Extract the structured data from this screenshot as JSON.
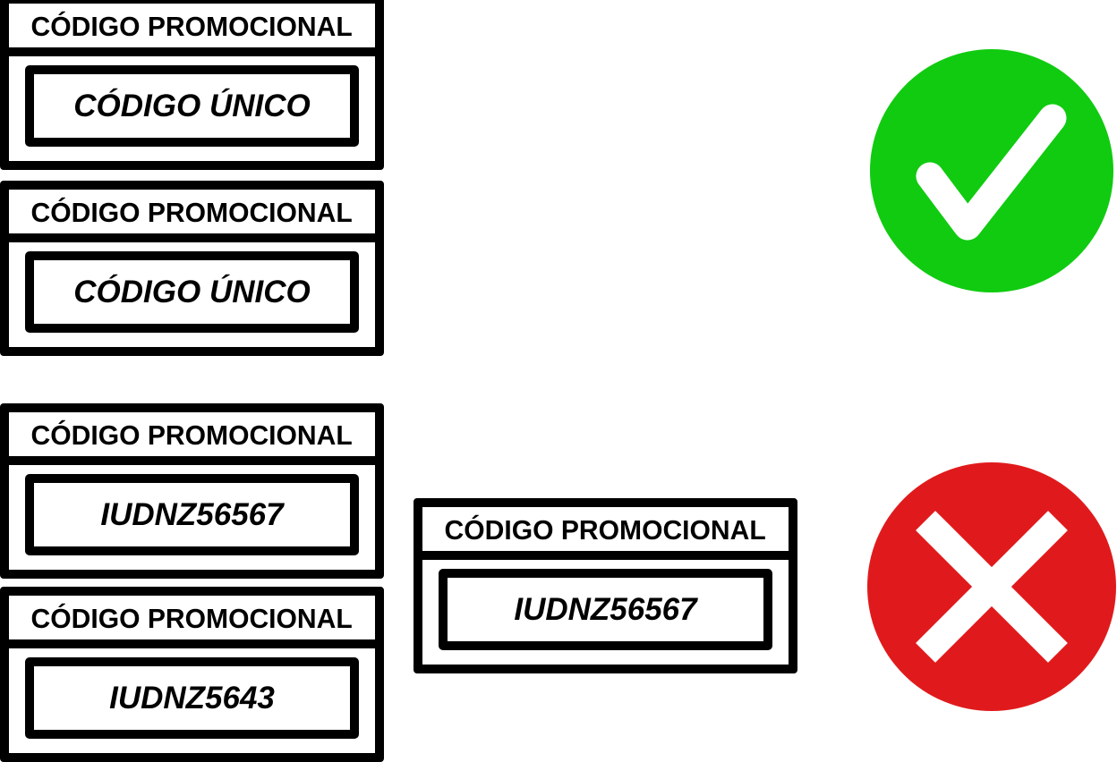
{
  "cards": [
    {
      "header": "CÓDIGO PROMOCIONAL",
      "code": "CÓDIGO ÚNICO"
    },
    {
      "header": "CÓDIGO PROMOCIONAL",
      "code": "CÓDIGO ÚNICO"
    },
    {
      "header": "CÓDIGO PROMOCIONAL",
      "code": "IUDNZ56567"
    },
    {
      "header": "CÓDIGO PROMOCIONAL",
      "code": "IUDNZ5643"
    },
    {
      "header": "CÓDIGO PROMOCIONAL",
      "code": "IUDNZ56567"
    }
  ],
  "groups": {
    "valid": {
      "status": "check-icon",
      "color": "#10cb10",
      "card_indices": [
        0,
        1
      ]
    },
    "invalid": {
      "status": "x-icon",
      "color": "#e01a1c",
      "card_indices": [
        2,
        3,
        4
      ]
    }
  },
  "colors": {
    "border": "#000000",
    "background": "#ffffff",
    "valid_green": "#10cb10",
    "invalid_red": "#e01a1c",
    "icon_glyph": "#ffffff"
  }
}
